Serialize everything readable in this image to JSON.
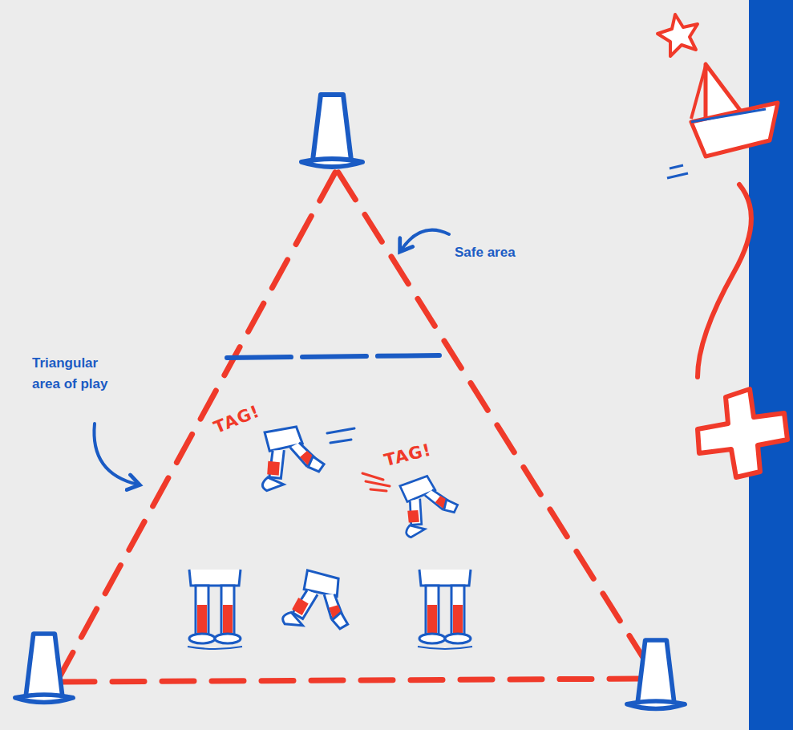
{
  "diagram": {
    "labels": [
      "Safe area",
      "Triangular area of play",
      "TAG!",
      "TAG!"
    ]
  }
}
